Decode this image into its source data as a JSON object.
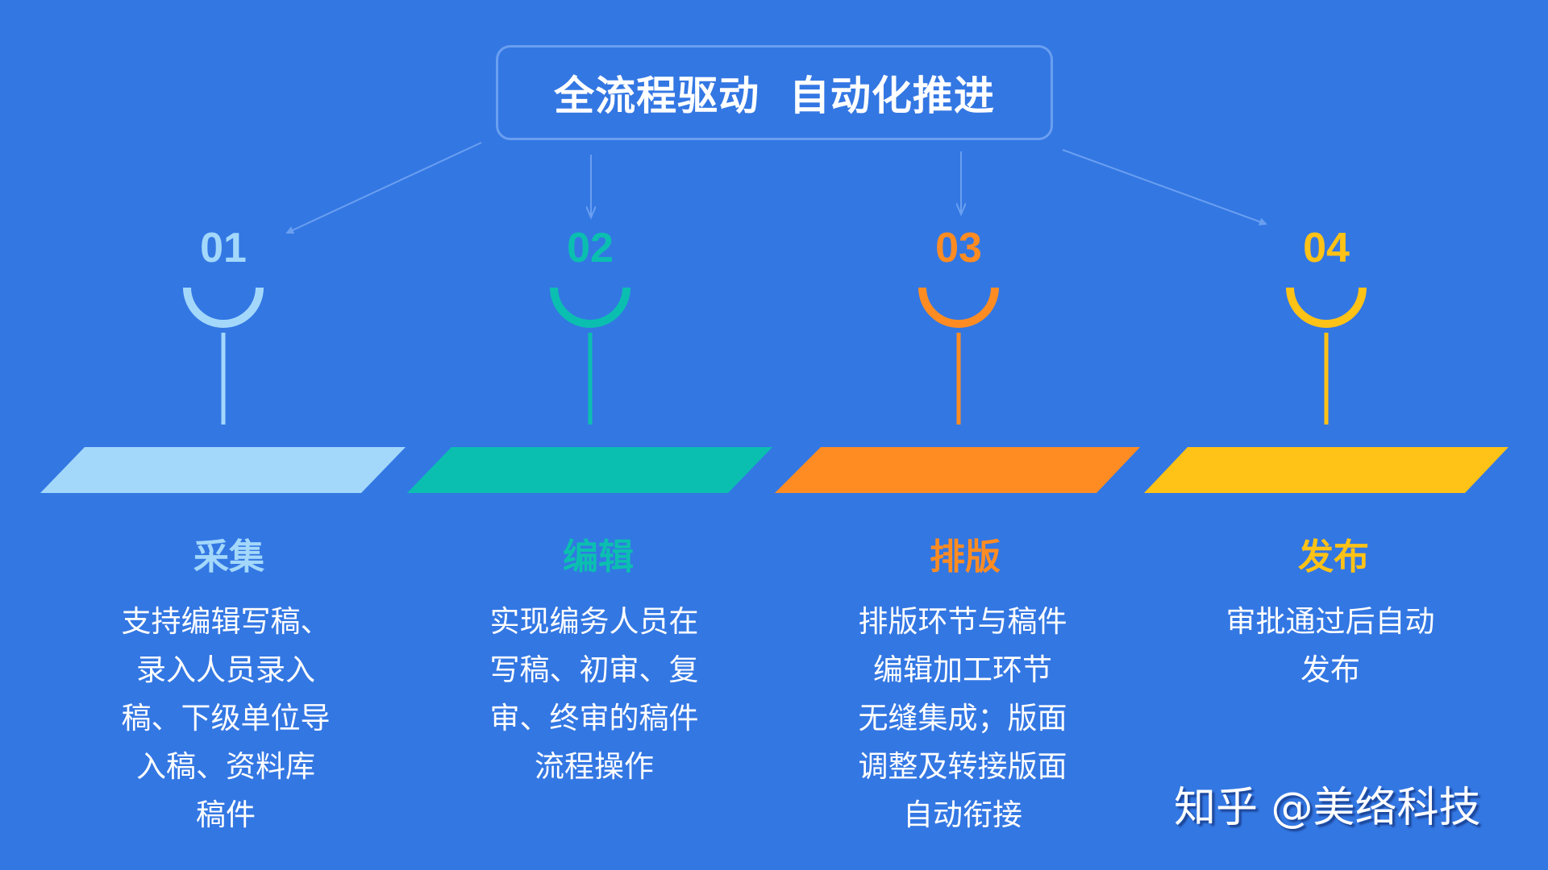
{
  "title": "全流程驱动  自动化推进",
  "colors": {
    "background": "#3377e3",
    "title_border": "#6a9ff0",
    "arrow": "#6a9ff0",
    "text": "#ffffff"
  },
  "steps": [
    {
      "number": "01",
      "heading": "采集",
      "color": "#a3d8fb",
      "description_lines": [
        "支持编辑写稿、",
        "录入人员录入",
        "稿、下级单位导",
        "入稿、资料库",
        "稿件"
      ]
    },
    {
      "number": "02",
      "heading": "编辑",
      "color": "#0bbfb0",
      "description_lines": [
        "实现编务人员在",
        "写稿、初审、复",
        "审、终审的稿件",
        "流程操作"
      ]
    },
    {
      "number": "03",
      "heading": "排版",
      "color": "#ff8c22",
      "description_lines": [
        "排版环节与稿件",
        "编辑加工环节",
        "无缝集成；版面",
        "调整及转接版面",
        "自动衔接"
      ]
    },
    {
      "number": "04",
      "heading": "发布",
      "color": "#ffc216",
      "description_lines": [
        "审批通过后自动",
        "发布"
      ]
    }
  ],
  "watermark": "知乎 @美络科技"
}
